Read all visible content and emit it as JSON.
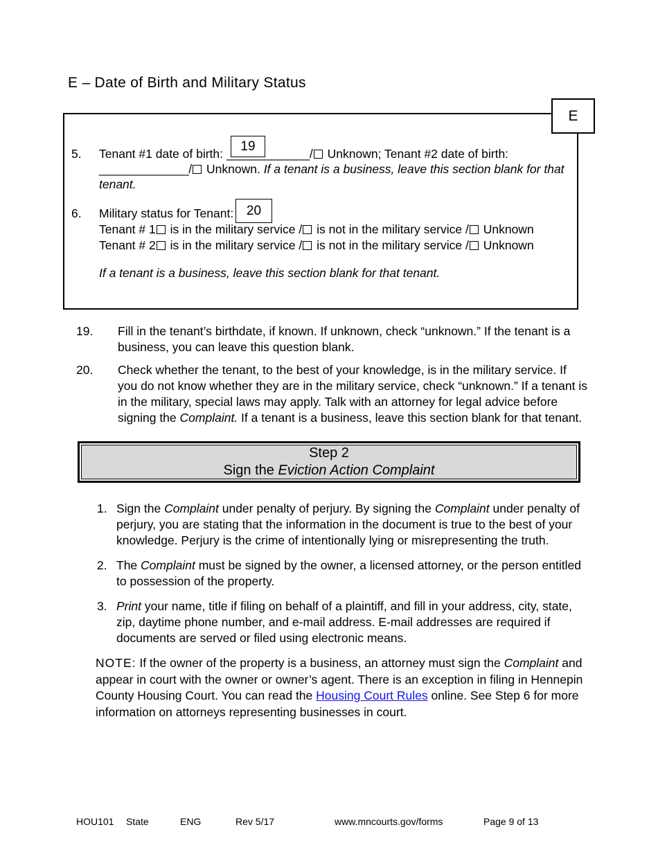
{
  "document": {
    "section_heading": "E – Date of Birth and Military Status",
    "letter_tab": "E"
  },
  "form_box": {
    "item5": {
      "number": "5.",
      "text_part1": "Tenant #1 date of birth: ",
      "blank1": "_____________",
      "sep1": "/",
      "unknown1": " Unknown; Tenant #2 date of birth:",
      "blank2": "______________",
      "sep2": "/",
      "unknown2": " Unknown. ",
      "italic_note": "If a tenant is a business, leave this section blank for that tenant."
    },
    "item6": {
      "number": "6.",
      "label": "Military status for Tenant:",
      "tenant1_prefix": "Tenant # 1",
      "tenant2_prefix": "Tenant # 2",
      "opt_in": " is in the military service /",
      "opt_not": " is not in the military service /",
      "opt_unknown": " Unknown",
      "italic_note": "If a tenant is a business, leave this section blank for that tenant."
    },
    "callouts": {
      "c19": "19",
      "c20": "20"
    }
  },
  "explanations": [
    {
      "number": "19.",
      "text": "Fill in the tenant’s birthdate, if known. If unknown, check “unknown.”  If the tenant is a business, you can leave this question blank."
    },
    {
      "number": "20.",
      "text_before_italic": "Check whether the tenant, to the best of your knowledge, is in the military service. If you do not know whether they are in the military service, check “unknown.” If a tenant is in the military, special laws may apply. Talk with an attorney for legal advice before signing the ",
      "italic_word": "Complaint.",
      "text_after_italic": "  If a tenant is a business, leave this section blank for that tenant."
    }
  ],
  "step_banner": {
    "line1": "Step 2",
    "line2_prefix": "Sign the ",
    "line2_italic": "Eviction Action Complaint"
  },
  "sign_list": [
    {
      "number": "1.",
      "seg1": "Sign the ",
      "ital1": "Complaint",
      "seg2": " under penalty of perjury.  By signing the ",
      "ital2": "Complaint",
      "seg3": " under penalty of perjury, you are stating that the information in the document is true to the best of your knowledge.  Perjury is the crime of intentionally lying or misrepresenting the truth."
    },
    {
      "number": "2.",
      "seg1": "The ",
      "ital1": "Complaint",
      "seg2": " must be signed by the owner, a licensed attorney, or the person entitled to possession of the property."
    },
    {
      "number": "3.",
      "ital1": "Print",
      "seg2": " your name, title if filing on behalf of a plaintiff, and fill in your address, city, state, zip, daytime phone number, and e-mail address.  E-mail addresses are required if documents are served or filed using electronic means."
    }
  ],
  "note": {
    "label": "NOTE:",
    "seg1": "  If the owner of the property is a business, an attorney must sign the ",
    "ital1": "Complaint",
    "seg2": " and appear in court with the owner or owner’s agent.  There is an exception in filing in Hennepin County Housing Court. You can read the ",
    "link_text": "Housing Court Rules",
    "seg3": " online.  See Step 6 for more information on attorneys representing businesses in court.",
    "link_color": "#1414e8"
  },
  "footer": {
    "form_code": "HOU101",
    "scope": "State",
    "language": "ENG",
    "revision": "Rev 5/17",
    "url": "www.mncourts.gov/forms",
    "page": "Page 9 of 13"
  }
}
